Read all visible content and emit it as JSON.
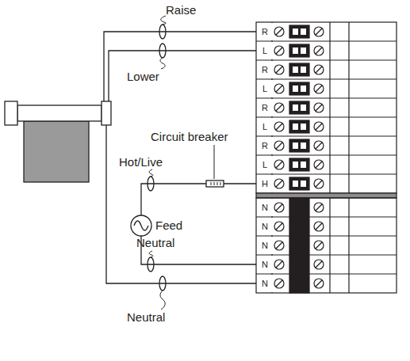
{
  "diagram": {
    "labels": [
      "Raise",
      "Lower",
      "Circuit breaker",
      "Hot/Live",
      "Feed",
      "Neutral",
      "Neutral",
      "R",
      "L",
      "R",
      "L",
      "R",
      "L",
      "R",
      "L",
      "H",
      "N",
      "N",
      "N",
      "N",
      "N"
    ]
  }
}
